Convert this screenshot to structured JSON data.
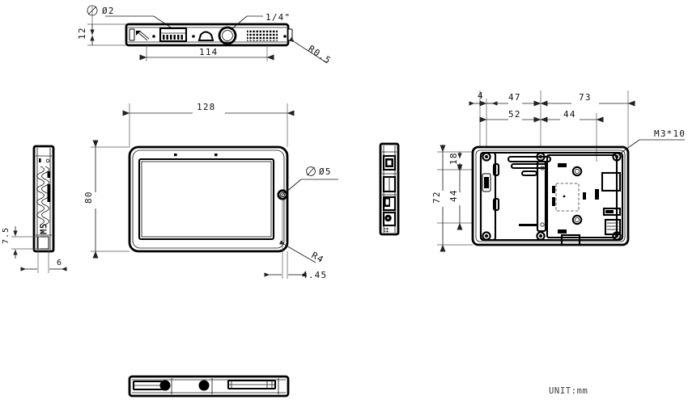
{
  "drawing": {
    "title": "Tablet enclosure mechanical drawing",
    "unit_note": "UNIT:mm",
    "views": {
      "top": {
        "name": "top-edge-view",
        "dims": [
          {
            "id": "dia2",
            "text": "Ø2",
            "kind": "diameter-callout"
          },
          {
            "id": "h12",
            "text": "12",
            "kind": "vertical-dimension"
          },
          {
            "id": "quarter",
            "text": "1/4\"",
            "kind": "thread-callout"
          },
          {
            "id": "w114",
            "text": "114",
            "kind": "horizontal-dimension"
          },
          {
            "id": "r05",
            "text": "R0.5",
            "kind": "radius-callout"
          }
        ]
      },
      "front": {
        "name": "front-view",
        "dims": [
          {
            "id": "w128",
            "text": "128",
            "kind": "horizontal-dimension"
          },
          {
            "id": "h80",
            "text": "80",
            "kind": "vertical-dimension"
          },
          {
            "id": "dia5",
            "text": "Ø5",
            "kind": "diameter-callout"
          },
          {
            "id": "r4",
            "text": "R4",
            "kind": "radius-callout"
          },
          {
            "id": "o445",
            "text": "4.45",
            "kind": "offset-dimension"
          }
        ]
      },
      "left": {
        "name": "left-side-view",
        "dims": [
          {
            "id": "h75",
            "text": "7.5",
            "kind": "vertical-dimension"
          },
          {
            "id": "w6",
            "text": "6",
            "kind": "horizontal-dimension"
          }
        ]
      },
      "right": {
        "name": "right-side-view",
        "dims": []
      },
      "rear": {
        "name": "rear-view",
        "dims": [
          {
            "id": "r4top",
            "text": "4",
            "kind": "horizontal-dimension"
          },
          {
            "id": "r47",
            "text": "47",
            "kind": "horizontal-dimension"
          },
          {
            "id": "r73",
            "text": "73",
            "kind": "horizontal-dimension"
          },
          {
            "id": "r52",
            "text": "52",
            "kind": "horizontal-dimension"
          },
          {
            "id": "r44h",
            "text": "44",
            "kind": "horizontal-dimension"
          },
          {
            "id": "r72",
            "text": "72",
            "kind": "vertical-dimension"
          },
          {
            "id": "r18",
            "text": "18",
            "kind": "vertical-dimension"
          },
          {
            "id": "r44v",
            "text": "44",
            "kind": "vertical-dimension"
          },
          {
            "id": "m3x10",
            "text": "M3*10",
            "kind": "screw-callout"
          }
        ]
      },
      "bottom": {
        "name": "bottom-edge-view",
        "dims": []
      }
    },
    "colors": {
      "outline": "#000000",
      "dimension": "#222222",
      "extension": "#555555",
      "background": "#ffffff",
      "note": "#3a3a3a"
    }
  }
}
